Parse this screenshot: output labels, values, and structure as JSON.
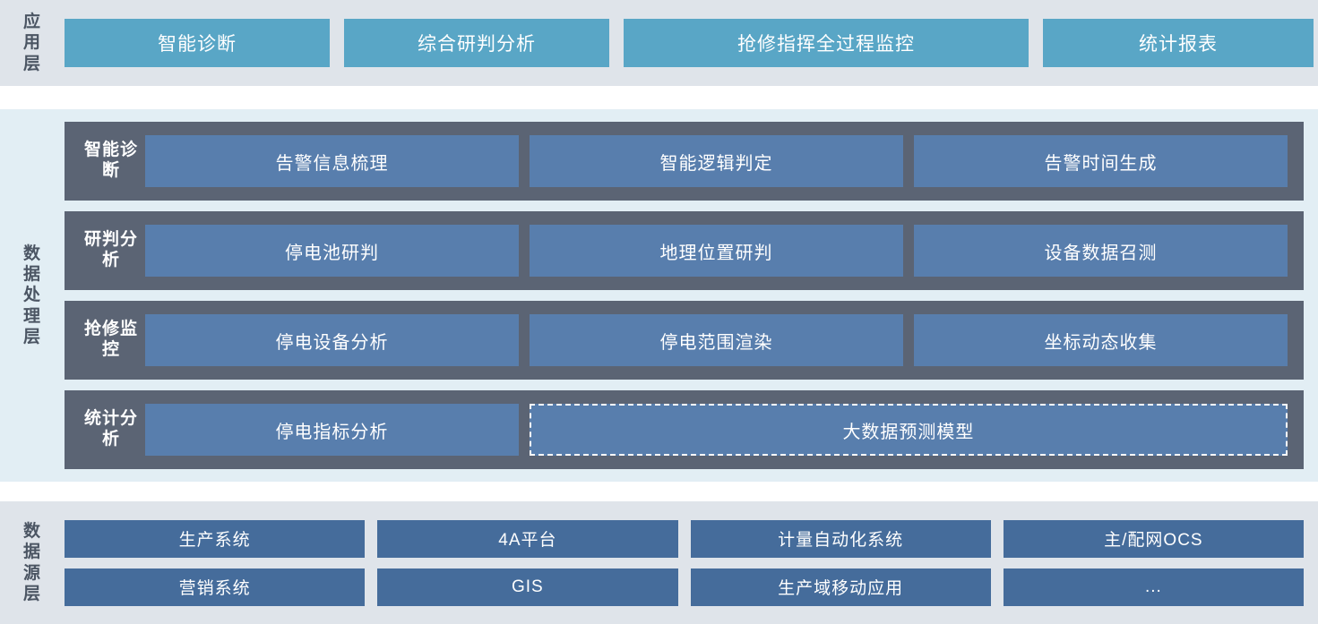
{
  "layers": {
    "application": {
      "side_label": "应用层",
      "boxes": [
        {
          "label": "智能诊断"
        },
        {
          "label": "综合研判分析"
        },
        {
          "label": "抢修指挥全过程监控"
        },
        {
          "label": "统计报表"
        }
      ]
    },
    "processing": {
      "side_label": "数据处理层",
      "rows": [
        {
          "category": "智能诊断",
          "items": [
            {
              "label": "告警信息梳理",
              "dashed": false
            },
            {
              "label": "智能逻辑判定",
              "dashed": false
            },
            {
              "label": "告警时间生成",
              "dashed": false
            }
          ]
        },
        {
          "category": "研判分析",
          "items": [
            {
              "label": "停电池研判",
              "dashed": false
            },
            {
              "label": "地理位置研判",
              "dashed": false
            },
            {
              "label": "设备数据召测",
              "dashed": false
            }
          ]
        },
        {
          "category": "抢修监控",
          "items": [
            {
              "label": "停电设备分析",
              "dashed": false
            },
            {
              "label": "停电范围渲染",
              "dashed": false
            },
            {
              "label": "坐标动态收集",
              "dashed": false
            }
          ]
        },
        {
          "category": "统计分析",
          "items": [
            {
              "label": "停电指标分析",
              "dashed": false
            },
            {
              "label": "大数据预测模型",
              "dashed": true
            }
          ]
        }
      ]
    },
    "source": {
      "side_label": "数据源层",
      "rows": [
        [
          {
            "label": "生产系统"
          },
          {
            "label": "4A平台"
          },
          {
            "label": "计量自动化系统"
          },
          {
            "label": "主/配网OCS"
          }
        ],
        [
          {
            "label": "营销系统"
          },
          {
            "label": "GIS"
          },
          {
            "label": "生产域移动应用"
          },
          {
            "label": "..."
          }
        ]
      ]
    }
  },
  "colors": {
    "band_app_bg": "#dfe4ea",
    "band_proc_bg": "#e2eef4",
    "band_src_bg": "#dfe4ea",
    "app_box": "#59a6c6",
    "proc_row": "#5b6474",
    "proc_box": "#587ead",
    "src_box": "#456c9b",
    "side_label_text": "#4b5563"
  }
}
